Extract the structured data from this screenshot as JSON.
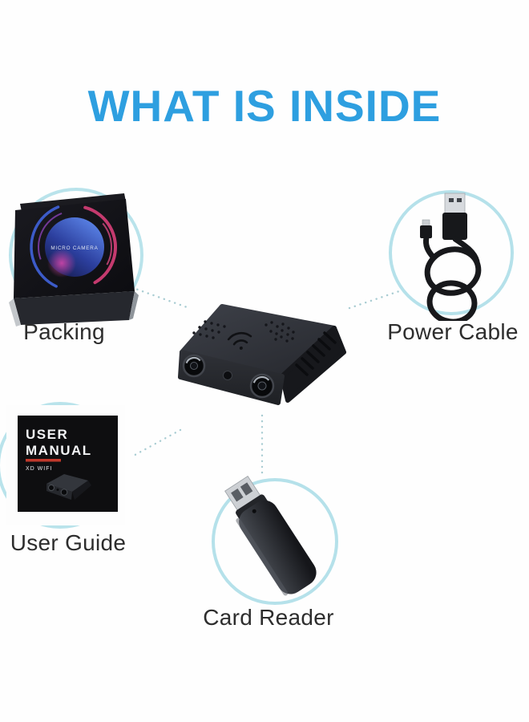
{
  "page": {
    "title": "WHAT IS INSIDE"
  },
  "colors": {
    "title_blue": "#2e9fe0",
    "highlight_circle_teal": "#b5e1ea",
    "connector_dot_teal": "#a8ccd2",
    "label_text": "#2d2d2d",
    "manual_accent_red": "#c0392b",
    "product_black": "#17181b"
  },
  "items": {
    "packing": {
      "label": "Packing",
      "box_emblem_text": "MICRO  CAMERA"
    },
    "power_cable": {
      "label": "Power Cable"
    },
    "user_guide": {
      "label": "User Guide",
      "cover_line1": "USER",
      "cover_line2": "MANUAL",
      "cover_subtitle": "XD WIFI"
    },
    "card_reader": {
      "label": "Card Reader"
    }
  }
}
